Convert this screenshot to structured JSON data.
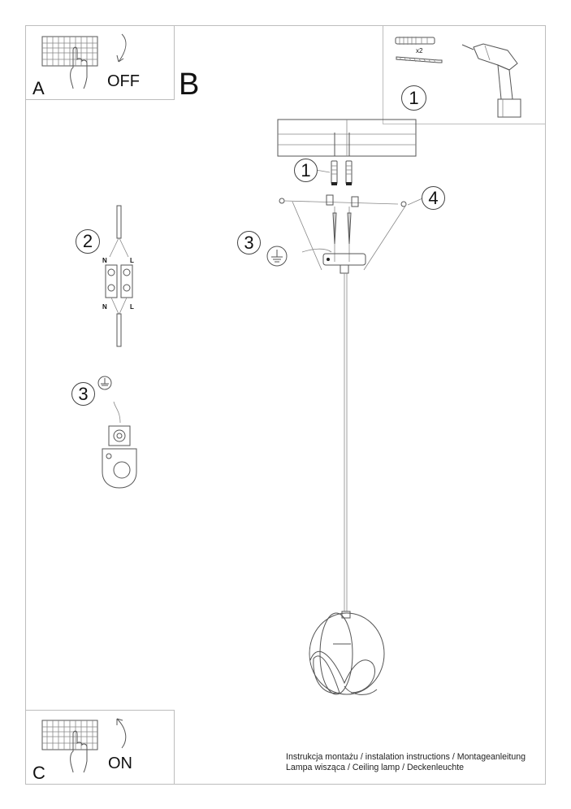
{
  "document": {
    "type": "installation-instructions",
    "product": "Ceiling lamp (pendant)"
  },
  "panels": {
    "A": {
      "label": "A",
      "action": "OFF",
      "illustration": "circuit-breaker-switch-off"
    },
    "B": {
      "label": "B"
    },
    "C": {
      "label": "C",
      "action": "ON",
      "illustration": "circuit-breaker-switch-on"
    }
  },
  "tools_box": {
    "callout": "1",
    "quantity": "x2",
    "items": [
      "wall-plug",
      "screw",
      "drill"
    ]
  },
  "wiring": {
    "callout": "2",
    "top_labels": [
      "N",
      "L"
    ],
    "bottom_labels": [
      "N",
      "L"
    ]
  },
  "ground": {
    "callout": "3",
    "icon": "ground-symbol"
  },
  "mounting": {
    "callouts": [
      {
        "id": "1",
        "target": "wall-plugs"
      },
      {
        "id": "3",
        "target": "ground-connection"
      },
      {
        "id": "4",
        "target": "canopy-screw"
      }
    ]
  },
  "caption": {
    "line1": "Instrukcja montażu / instalation instructions / Montageanleitung",
    "line2": "Lampa wisząca / Ceiling lamp / Deckenleuchte"
  }
}
